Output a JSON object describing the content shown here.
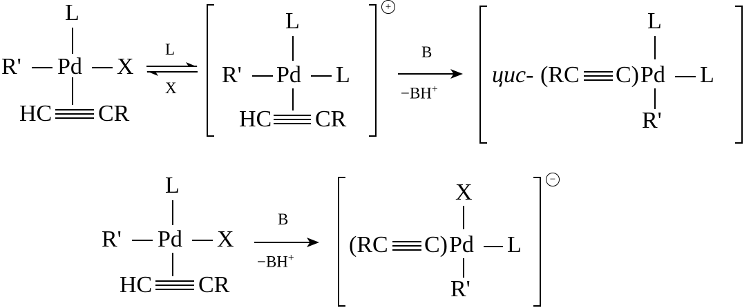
{
  "scheme": {
    "row1": {
      "reactant": {
        "ligand_top": "L",
        "group_left": "R'",
        "metal": "Pd",
        "ligand_right": "X",
        "alkyne_left": "HC",
        "alkyne_right": "CR"
      },
      "equilibrium": {
        "label_above": "L",
        "label_below": "X"
      },
      "cationic_complex": {
        "charge": "+",
        "ligand_top": "L",
        "group_left": "R'",
        "metal": "Pd",
        "ligand_right": "L",
        "alkyne_left": "HC",
        "alkyne_right": "CR"
      },
      "arrow": {
        "label_above": "B",
        "label_below": "−BH",
        "label_below_sup": "+"
      },
      "product": {
        "prefix": "цис-",
        "alkynyl_open": "(RC",
        "alkynyl_close": "C)",
        "metal": "Pd",
        "ligand_right": "L",
        "ligand_top": "L",
        "group_bottom": "R'"
      }
    },
    "row2": {
      "reactant": {
        "ligand_top": "L",
        "group_left": "R'",
        "metal": "Pd",
        "ligand_right": "X",
        "alkyne_left": "HC",
        "alkyne_right": "CR"
      },
      "arrow": {
        "label_above": "B",
        "label_below": "−BH",
        "label_below_sup": "+"
      },
      "anionic_complex": {
        "charge": "−",
        "ligand_top": "X",
        "alkynyl_open": "(RC",
        "alkynyl_close": "C)",
        "metal": "Pd",
        "ligand_right": "L",
        "group_bottom": "R'"
      }
    }
  }
}
